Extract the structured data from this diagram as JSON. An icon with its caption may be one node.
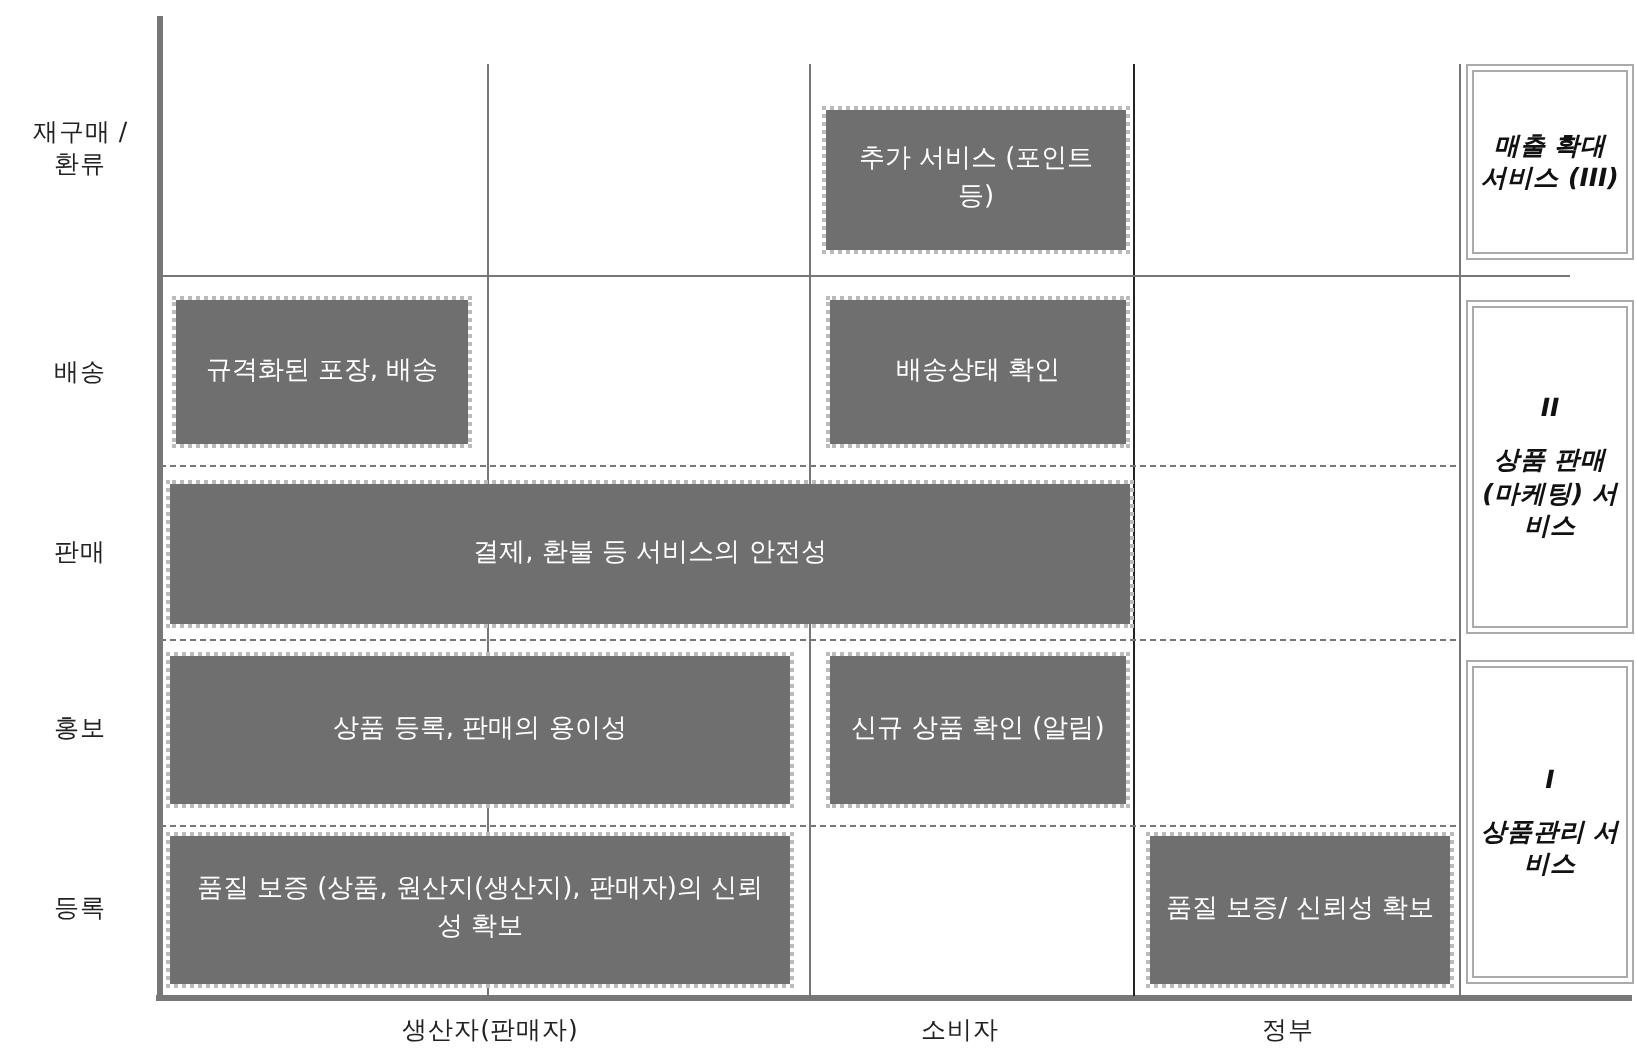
{
  "diagram": {
    "nodes": [
      {
        "text": [
          "추가 서비스 (포인트 등)"
        ]
      },
      {
        "text": [
          "규격화된 포장, 배송"
        ]
      },
      {
        "text": [
          "배송상태 확인"
        ]
      },
      {
        "text": [
          "결제, 환불 등 서비스의 안전성"
        ]
      },
      {
        "text": [
          "상품 등록, 판매의 용이성"
        ]
      },
      {
        "text": [
          "신규 상품 확인 (알림)"
        ]
      },
      {
        "text": [
          "품질 보증 (상품, 원산지(생산지), 판매자)의 신뢰성 확보"
        ]
      },
      {
        "text": [
          "품질 보증/ 신뢰성 확보"
        ]
      },
      {
        "text": [
          "매출 확대 서비스 (III)"
        ]
      },
      {
        "text": [
          "II",
          "상품 판매 (마케팅) 서비스"
        ]
      },
      {
        "text": [
          "I",
          "상품관리 서비스"
        ]
      }
    ],
    "edges": [],
    "labels": [
      "재구매 / 환류",
      "배송",
      "판매",
      "홍보",
      "등록",
      "생산자(판매자)",
      "소비자",
      "정부"
    ]
  }
}
